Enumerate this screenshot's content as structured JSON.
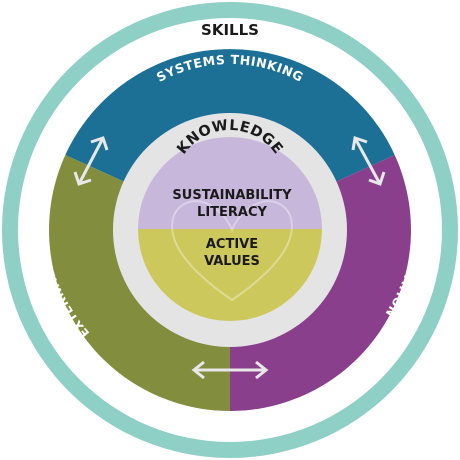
{
  "diagram": {
    "outer_ring": {
      "label": "SKILLS",
      "color": "#8ecfc6"
    },
    "segments": [
      {
        "id": "systems-thinking",
        "label": "SYSTEMS THINKING",
        "color": "#1c7096"
      },
      {
        "id": "social-innovation",
        "label": "SOCIAL INNOVATION",
        "color": "#8a3f8c"
      },
      {
        "id": "external-collaboration",
        "label": "EXTERNAL COLLABORATION",
        "color": "#838d3e"
      }
    ],
    "knowledge": {
      "label": "KNOWLEDGE",
      "color": "#e4e4e4"
    },
    "core": {
      "top_line1": "SUSTAINABILITY",
      "top_line2": "LITERACY",
      "top_color": "#c7b7da",
      "bottom_line1": "ACTIVE",
      "bottom_line2": "VALUES",
      "bottom_color": "#cdc85c"
    },
    "arrow_color": "#e8e8e8",
    "text_dark": "#1a1a1a",
    "text_light": "#ffffff"
  }
}
